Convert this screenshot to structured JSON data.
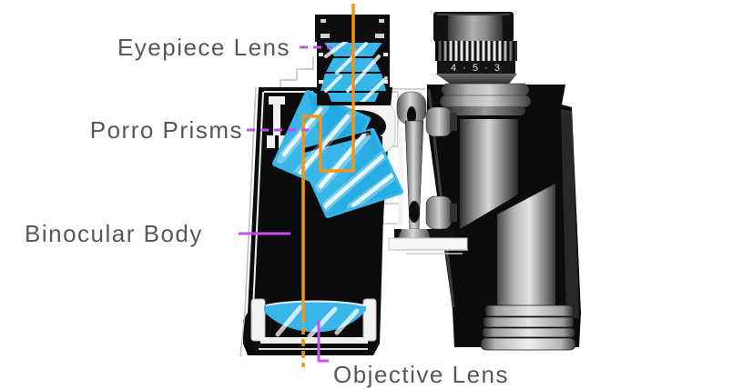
{
  "figure": {
    "subject": "Binoculars cutaway diagram",
    "background_color": "#ffffff",
    "colors": {
      "label_text": "#56575b",
      "leader_line": "#cb4df0",
      "light_path": "#f0941c",
      "optical_glass": "#38b6e9",
      "glass_shade": "#16a3dc",
      "housing_black": "#0b0b0b"
    },
    "labels": {
      "eyepiece_lens": "Eyepiece Lens",
      "porro_prisms": "Porro Prisms",
      "binocular_body": "Binocular Body",
      "objective_lens": "Objective Lens"
    },
    "diopter_ring_markings": "4 · 5 · 3"
  }
}
